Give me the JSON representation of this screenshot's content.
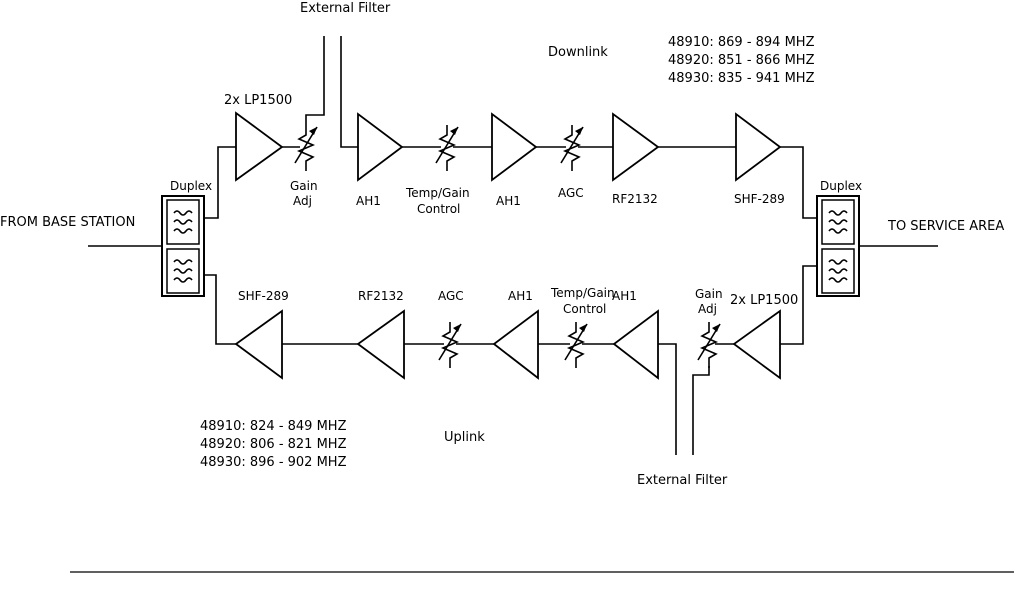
{
  "downlink": {
    "title": "Downlink",
    "external_filter": "External Filter",
    "freqs": [
      "48910: 869  -  894 MHZ",
      "48920: 851  -  866 MHZ",
      "48930: 835  -  941 MHZ"
    ],
    "lp_label": "2x LP1500",
    "gain_adj": [
      "Gain",
      "Adj"
    ],
    "ah1_a": "AH1",
    "temp_gain": [
      "Temp/Gain",
      "Control"
    ],
    "ah1_b": "AH1",
    "agc": "AGC",
    "rf": "RF2132",
    "shf": "SHF-289"
  },
  "uplink": {
    "title": "Uplink",
    "external_filter": "External Filter",
    "freqs": [
      "48910: 824  -  849 MHZ",
      "48920: 806  -  821 MHZ",
      "48930: 896  -  902 MHZ"
    ],
    "shf": "SHF-289",
    "rf": "RF2132",
    "agc": "AGC",
    "ah1_a": "AH1",
    "temp_gain": [
      "Temp/Gain",
      "Control"
    ],
    "ah1_b": "AH1",
    "gain_adj": [
      "Gain",
      "Adj"
    ],
    "lp_label": "2x LP1500"
  },
  "left": {
    "duplex": "Duplex",
    "port": "FROM BASE STATION"
  },
  "right": {
    "duplex": "Duplex",
    "port": "TO SERVICE AREA"
  }
}
